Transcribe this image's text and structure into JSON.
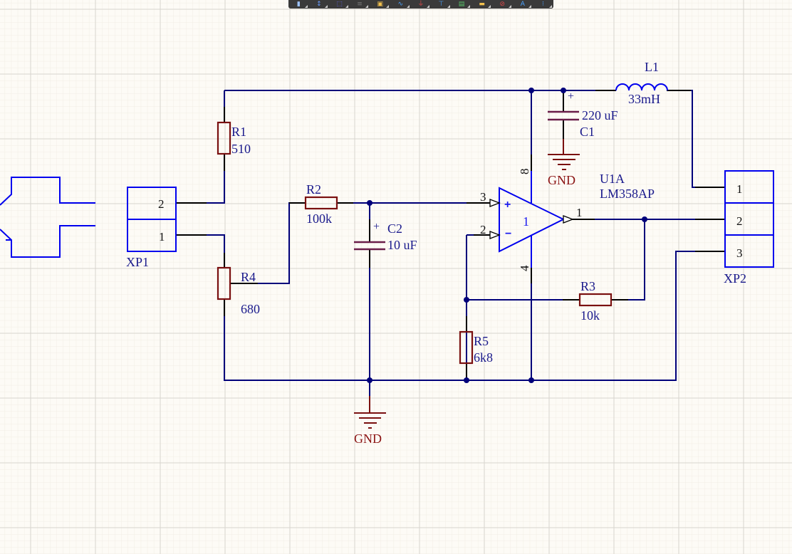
{
  "toolbar": {
    "buttons": [
      {
        "name": "place-pin",
        "glyph": "▮",
        "color": "#9fc4ff"
      },
      {
        "name": "place-port",
        "glyph": "↕",
        "color": "#6a9cff"
      },
      {
        "name": "select-area",
        "glyph": "⬚",
        "color": "#6a6aff"
      },
      {
        "name": "align",
        "glyph": "≡",
        "color": "#777777"
      },
      {
        "name": "place-part",
        "glyph": "▣",
        "color": "#f2c14e"
      },
      {
        "name": "place-wire",
        "glyph": "∿",
        "color": "#4aa3ff"
      },
      {
        "name": "place-gnd",
        "glyph": "⏚",
        "color": "#e04848"
      },
      {
        "name": "place-net-label",
        "glyph": "⊤",
        "color": "#4aa3ff"
      },
      {
        "name": "place-sheet",
        "glyph": "▤",
        "color": "#58c46b"
      },
      {
        "name": "place-note",
        "glyph": "▬",
        "color": "#f2c14e"
      },
      {
        "name": "no-erc",
        "glyph": "⊘",
        "color": "#e04848"
      },
      {
        "name": "place-text",
        "glyph": "A",
        "color": "#4aa3ff"
      },
      {
        "name": "more",
        "glyph": "⁝",
        "color": "#4aa3ff"
      }
    ]
  },
  "colors": {
    "background": "#fdfbf6",
    "wire": "#00007a",
    "component": "#7a1010",
    "label": "#1a1a8c",
    "connector": "#0000ee"
  },
  "schematic": {
    "components": {
      "R1": {
        "designator": "R1",
        "value": "510"
      },
      "R2": {
        "designator": "R2",
        "value": "100k"
      },
      "R3": {
        "designator": "R3",
        "value": "10k"
      },
      "R4": {
        "designator": "R4",
        "value": "680"
      },
      "R5": {
        "designator": "R5",
        "value": "6k8"
      },
      "C1": {
        "designator": "C1",
        "value": "220 uF",
        "polarity": "+"
      },
      "C2": {
        "designator": "C2",
        "value": "10 uF",
        "polarity": "+"
      },
      "L1": {
        "designator": "L1",
        "value": "33mH"
      },
      "U1A": {
        "designator": "U1A",
        "value": "LM358AP",
        "unit": "1",
        "pins": {
          "noninv": "3",
          "inv": "2",
          "out": "1",
          "vcc": "8",
          "gnd": "4"
        },
        "signs": {
          "plus": "+",
          "minus": "−"
        }
      },
      "XP1": {
        "designator": "XP1",
        "pins": [
          "2",
          "1"
        ]
      },
      "XP2": {
        "designator": "XP2",
        "pins": [
          "1",
          "2",
          "3"
        ]
      }
    },
    "power": {
      "gnd_top": "GND",
      "gnd_bottom": "GND"
    }
  }
}
